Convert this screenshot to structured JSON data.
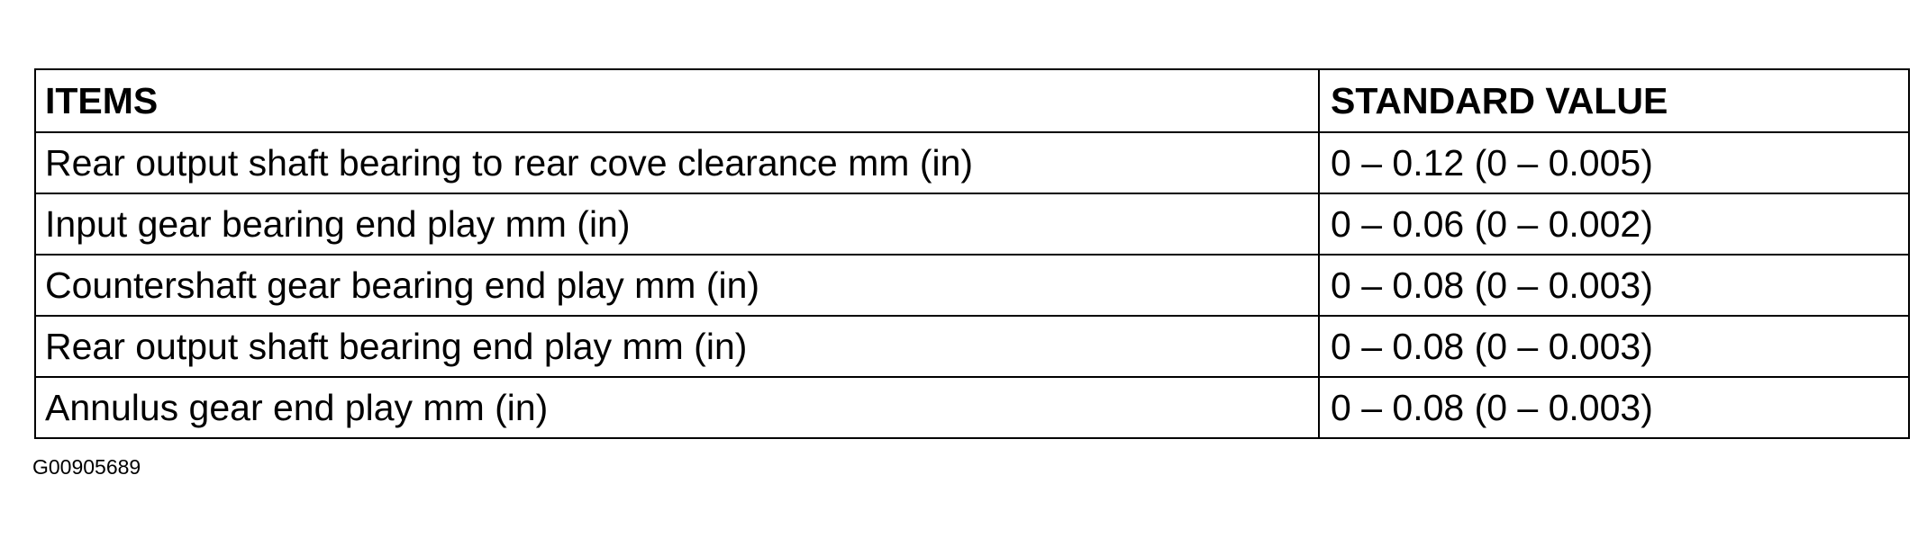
{
  "table": {
    "headers": {
      "items": "ITEMS",
      "value": "STANDARD VALUE"
    },
    "rows": [
      {
        "item": "Rear output shaft bearing to rear cove clearance mm (in)",
        "value": "0 – 0.12 (0 – 0.005)"
      },
      {
        "item": "Input gear bearing end play mm (in)",
        "value": "0 – 0.06 (0 – 0.002)"
      },
      {
        "item": "Countershaft gear bearing end play mm (in)",
        "value": "0 – 0.08 (0 – 0.003)"
      },
      {
        "item": "Rear output shaft bearing end play mm (in)",
        "value": "0 – 0.08 (0 – 0.003)"
      },
      {
        "item": "Annulus gear end play mm (in)",
        "value": "0 – 0.08 (0 – 0.003)"
      }
    ]
  },
  "figure_id": "G00905689"
}
